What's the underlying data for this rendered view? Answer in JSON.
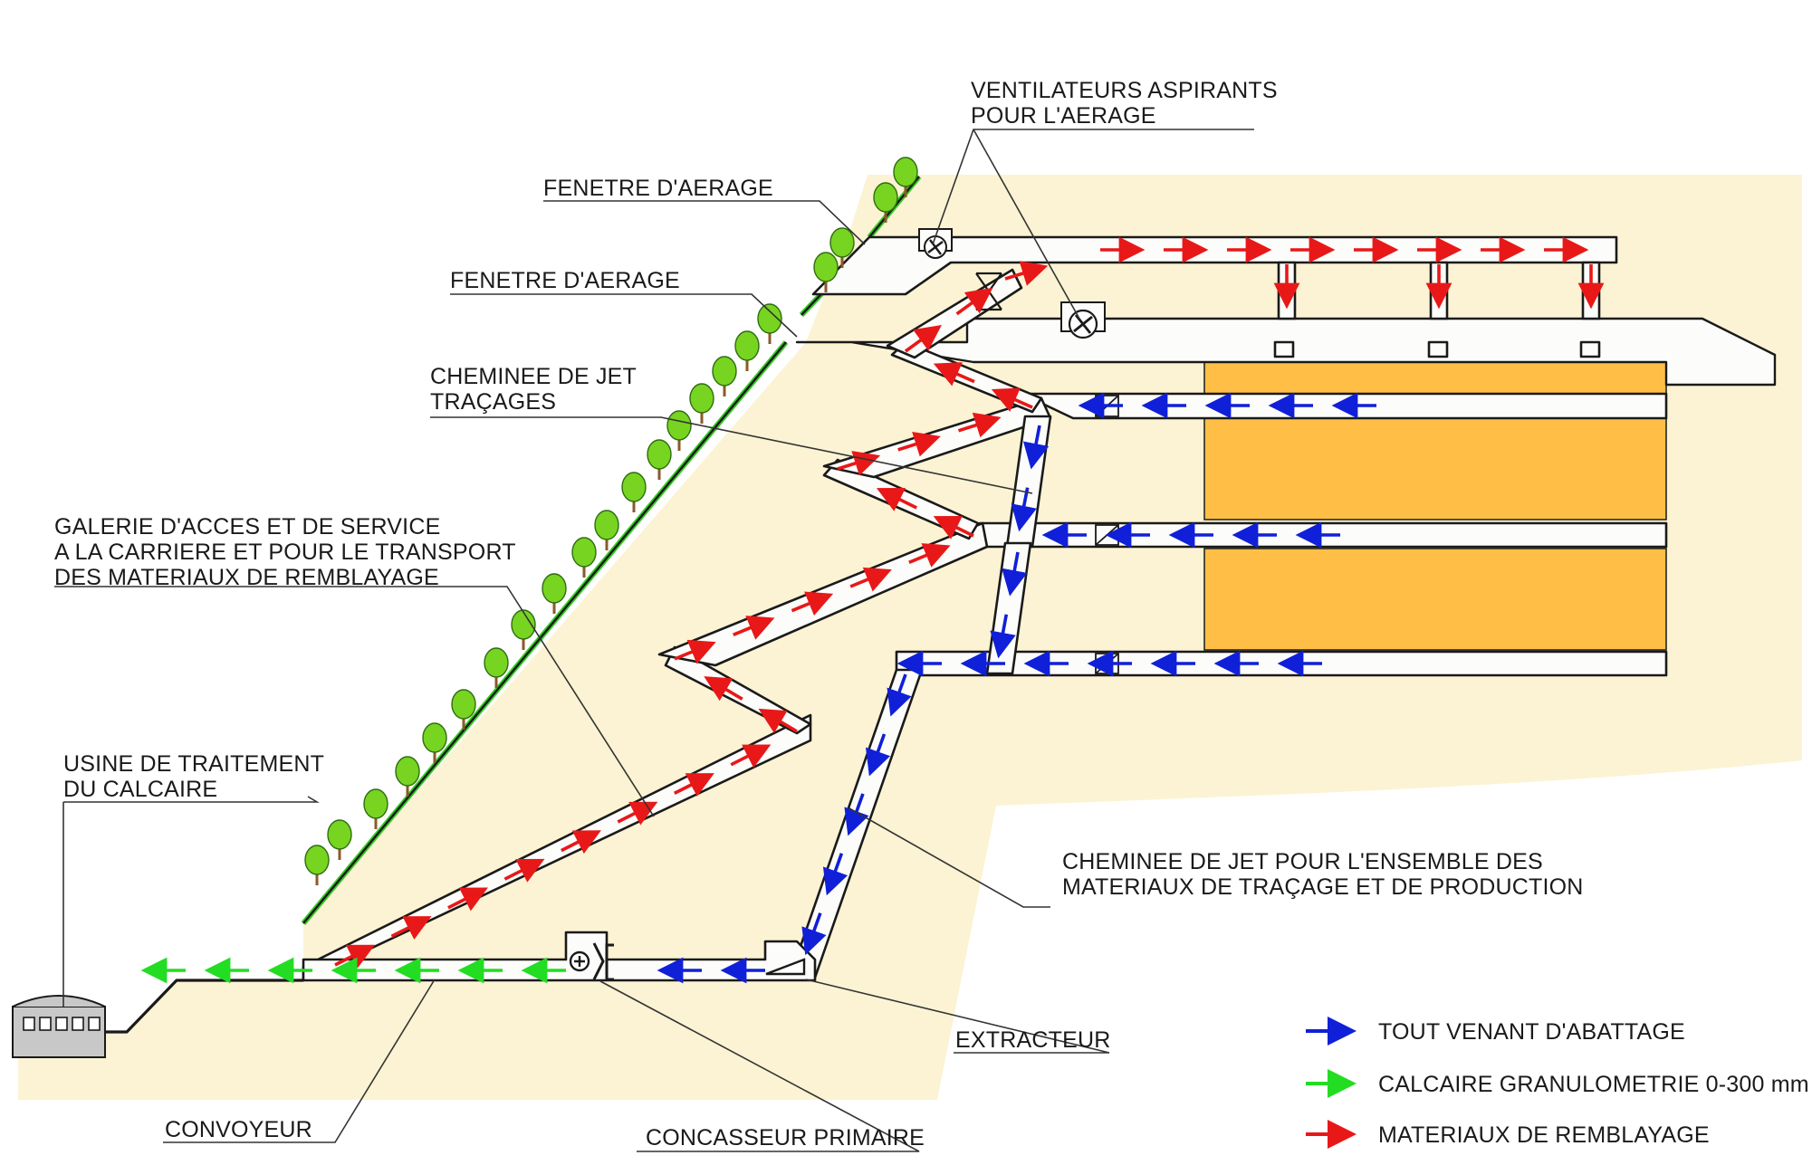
{
  "labels": {
    "ventilateurs_line1": "VENTILATEURS ASPIRANTS",
    "ventilateurs_line2": "POUR L'AERAGE",
    "fenetre_haut": "FENETRE D'AERAGE",
    "fenetre_bas": "FENETRE D'AERAGE",
    "cheminee_tracages_line1": "CHEMINEE DE JET",
    "cheminee_tracages_line2": "TRAÇAGES",
    "galerie_line1": "GALERIE D'ACCES ET DE SERVICE",
    "galerie_line2": "A LA CARRIERE ET POUR LE TRANSPORT",
    "galerie_line3": "DES MATERIAUX DE REMBLAYAGE",
    "usine_line1": "USINE DE TRAITEMENT",
    "usine_line2": "DU CALCAIRE",
    "cheminee_ensemble_line1": "CHEMINEE DE JET POUR L'ENSEMBLE DES",
    "cheminee_ensemble_line2": "MATERIAUX DE TRAÇAGE ET DE PRODUCTION",
    "extracteur": "EXTRACTEUR",
    "convoyeur": "CONVOYEUR",
    "concasseur": "CONCASSEUR PRIMAIRE"
  },
  "legend": [
    {
      "label": "TOUT VENANT D'ABATTAGE",
      "color": "#1020d8"
    },
    {
      "label": "CALCAIRE GRANULOMETRIE 0-300 mm",
      "color": "#22dd22"
    },
    {
      "label": "MATERIAUX DE REMBLAYAGE",
      "color": "#e81818"
    }
  ],
  "colors": {
    "ground": "#fbf3d3",
    "gallery": "#fcfcfa",
    "ore": "#ffbf47",
    "blue_arrow": "#1020d8",
    "green_arrow": "#22dd22",
    "red_arrow": "#e81818",
    "slope": "#33cc22"
  },
  "icons": [
    "fan-icon",
    "damper-icon",
    "crusher-icon",
    "extractor-icon",
    "tree-icon",
    "building-icon"
  ]
}
